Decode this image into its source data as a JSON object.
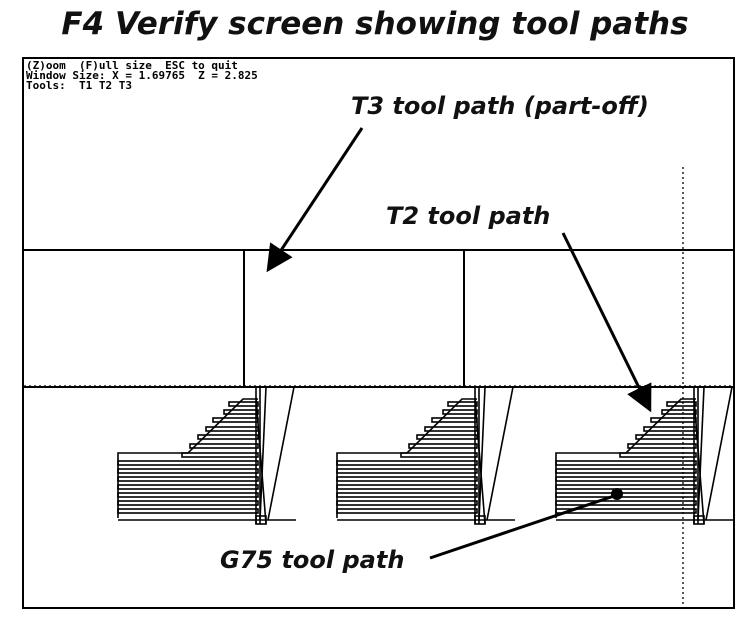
{
  "figure": {
    "title": "F4 Verify screen showing tool paths"
  },
  "screen_header": {
    "line1": "(Z)oom  (F)ull size  ESC to quit",
    "line2": "Window Size: X = 1.69765  Z = 2.825",
    "line3": "Tools:  T1 T2 T3"
  },
  "callouts": {
    "t3": "T3 tool path (part-off)",
    "t2": "T2 tool path",
    "g75": "G75 tool path"
  },
  "colors": {
    "line": "#000000",
    "background": "#ffffff"
  }
}
